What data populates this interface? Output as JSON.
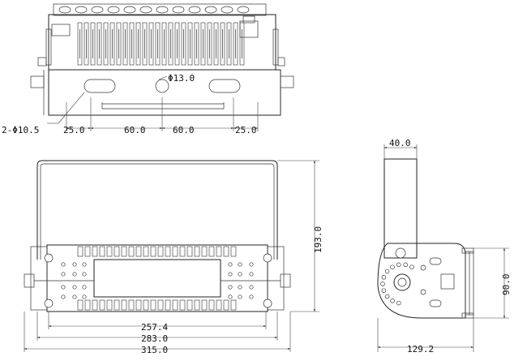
{
  "labels": {
    "top_hole_center": "Φ13.0",
    "top_slots": "2-Φ10.5",
    "top_dim_left_edge": "25.0",
    "top_dim_left_pitch": "60.0",
    "top_dim_right_pitch": "60.0",
    "top_dim_right_edge": "25.0",
    "front_height": "193.0",
    "front_width_inner": "257.4",
    "front_width_mid": "283.0",
    "front_width_outer": "315.0",
    "side_bracket_width": "40.0",
    "side_height": "90.0",
    "side_depth": "129.2"
  }
}
